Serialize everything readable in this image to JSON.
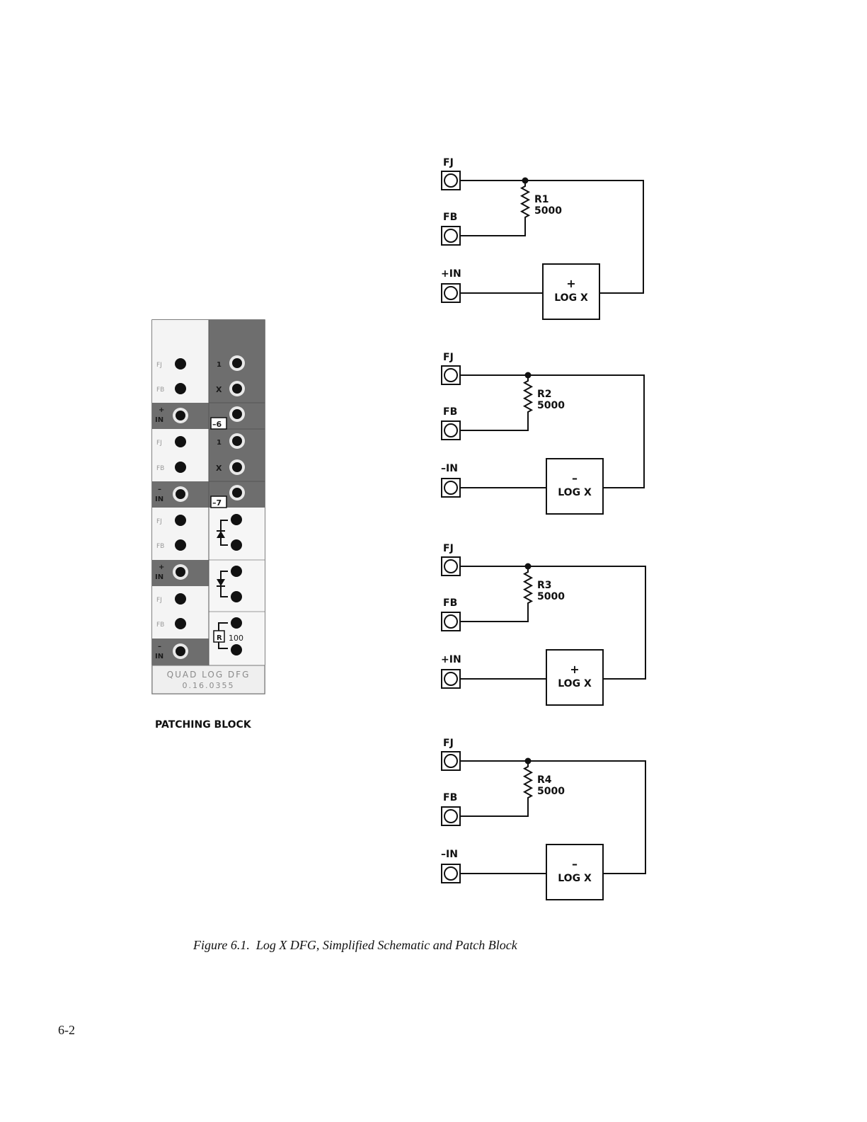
{
  "patching_block": {
    "title": "PATCHING BLOCK",
    "footer_line1": "QUAD LOG DFG",
    "footer_line2": "0.16.0355",
    "left_labels": {
      "fj": "FJ",
      "fb": "FB",
      "plus_in_sign": "+",
      "minus_in_sign": "–",
      "in": "IN"
    },
    "right_labels": {
      "one": "1",
      "x": "X",
      "tag6": "–6",
      "tag7": "–7",
      "r": "R",
      "r_value": "100"
    },
    "colors": {
      "dark_panel": "#6e6e6e",
      "light_panel": "#f2f2f2",
      "hole": "#111111"
    }
  },
  "schematic": {
    "units": [
      {
        "fj_label": "FJ",
        "fb_label": "FB",
        "in_label": "+IN",
        "resistor_name": "R1",
        "resistor_value": "5000",
        "box_sign": "+",
        "box_label": "LOG X"
      },
      {
        "fj_label": "FJ",
        "fb_label": "FB",
        "in_label": "–IN",
        "resistor_name": "R2",
        "resistor_value": "5000",
        "box_sign": "–",
        "box_label": "LOG X"
      },
      {
        "fj_label": "FJ",
        "fb_label": "FB",
        "in_label": "+IN",
        "resistor_name": "R3",
        "resistor_value": "5000",
        "box_sign": "+",
        "box_label": "LOG X"
      },
      {
        "fj_label": "FJ",
        "fb_label": "FB",
        "in_label": "–IN",
        "resistor_name": "R4",
        "resistor_value": "5000",
        "box_sign": "–",
        "box_label": "LOG X"
      }
    ]
  },
  "caption": "Figure 6.1.  Log X DFG, Simplified Schematic and Patch Block",
  "page_number": "6-2"
}
